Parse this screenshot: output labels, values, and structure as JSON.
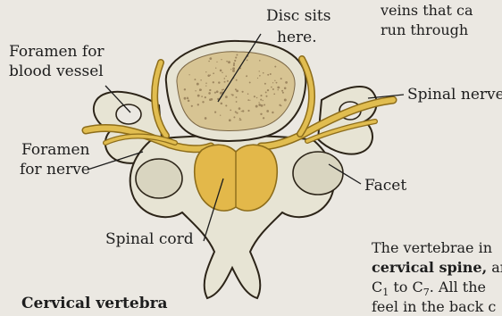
{
  "labels": {
    "disc": [
      "Disc sits",
      "here."
    ],
    "foramen_vessel": [
      "Foramen for",
      "blood vessel"
    ],
    "foramen_nerve": [
      "Foramen",
      "for nerve"
    ],
    "spinal_nerve": "Spinal nerve",
    "facet": "Facet",
    "spinal_cord": "Spinal cord"
  },
  "text_top_right": [
    "veins that ca",
    "run through"
  ],
  "text_bottom_right": {
    "line1": "The vertebrae in",
    "line2_bold": "cervical spine,",
    "line2_rest": " ar",
    "line3_c": "C",
    "line3_sub1": "1",
    "line3_to": " to C",
    "line3_sub2": "7",
    "line3_rest": ". All the",
    "line4_partial": "feel in the back c"
  },
  "caption_partial": "Cervical vertebra",
  "colors": {
    "bone_fill": "#e7e4d4",
    "bone_shade": "#c6c0a6",
    "bone_outline": "#2c2418",
    "disc_fill": "#d7c493",
    "disc_speckle": "#9e8760",
    "nerve_fill": "#e1bd50",
    "nerve_outline": "#8d6d1b",
    "cord_fill": "#e3b84a",
    "background": "#ebe8e2"
  }
}
